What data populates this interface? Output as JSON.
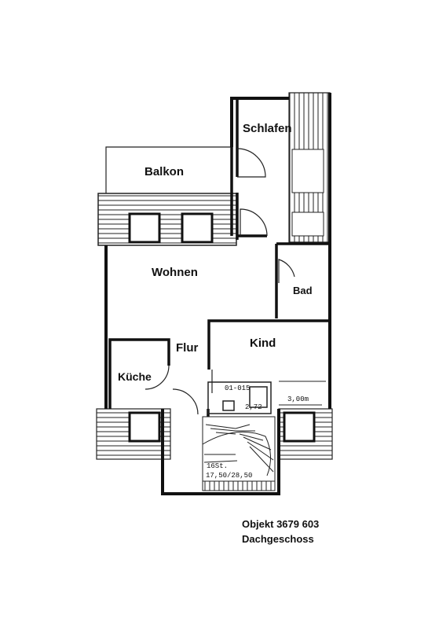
{
  "rooms": {
    "schlafen": "Schlafen",
    "balkon": "Balkon",
    "wohnen": "Wohnen",
    "bad": "Bad",
    "kind": "Kind",
    "flur": "Flur",
    "kueche": "Küche"
  },
  "annotations": {
    "a1": "01-015",
    "a2": "2,72",
    "a3": "3,00m",
    "a4": "16St.",
    "a5": "17,50/28,50"
  },
  "caption": {
    "line1": "Objekt 3679 603",
    "line2": "Dachgeschoss"
  }
}
